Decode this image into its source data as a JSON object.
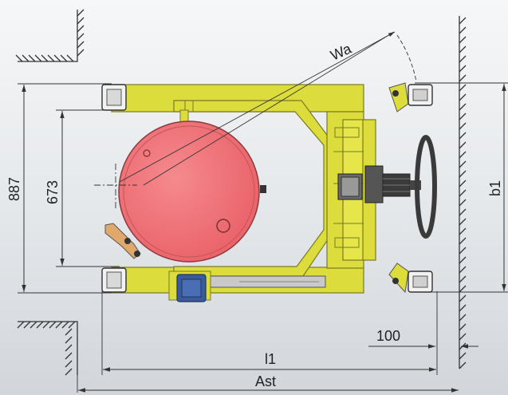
{
  "dimensions": {
    "overall_width": "887",
    "inner_width": "673",
    "turning_radius": "Wa",
    "track_width": "b1",
    "clearance": "100",
    "length": "l1",
    "aisle_width": "Ast"
  },
  "colors": {
    "background": "#e6e8eb",
    "frame": "#dcdc3c",
    "frame_outline": "#7a7a22",
    "drum": "#f07074",
    "drum_outline": "#8a3a3e",
    "motor": "#3a5a9a",
    "handwheel": "#3a3a3a",
    "dimension_line": "#333333",
    "wall_hatch": "#333333"
  }
}
